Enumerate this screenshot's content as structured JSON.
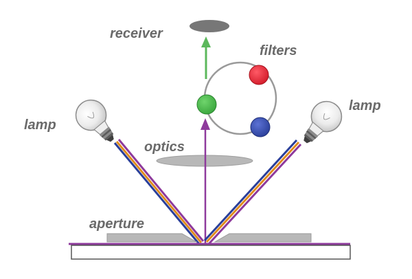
{
  "labels": {
    "receiver": "receiver",
    "filters": "filters",
    "lamp_left": "lamp",
    "lamp_right": "lamp",
    "optics": "optics",
    "aperture": "aperture"
  },
  "icons": {
    "lamp": "light-bulb-icon"
  },
  "colors": {
    "label_text": "#6a6a6a",
    "receiver_fill": "#777777",
    "optics_fill": "#b8b8b8",
    "aperture_fill": "#b8b8b8",
    "filter_wheel_stroke": "#9a9a9a",
    "filter_red": "#d21b2a",
    "filter_green": "#3aa63d",
    "filter_blue": "#2a3f9a",
    "arrow_green": "#5cb85c",
    "arrow_purple": "#8e3a9c",
    "ray_stripes": [
      "#8e3a9c",
      "#e08c1e",
      "#2a3f9a"
    ],
    "base_line": "#8e3a9c"
  }
}
